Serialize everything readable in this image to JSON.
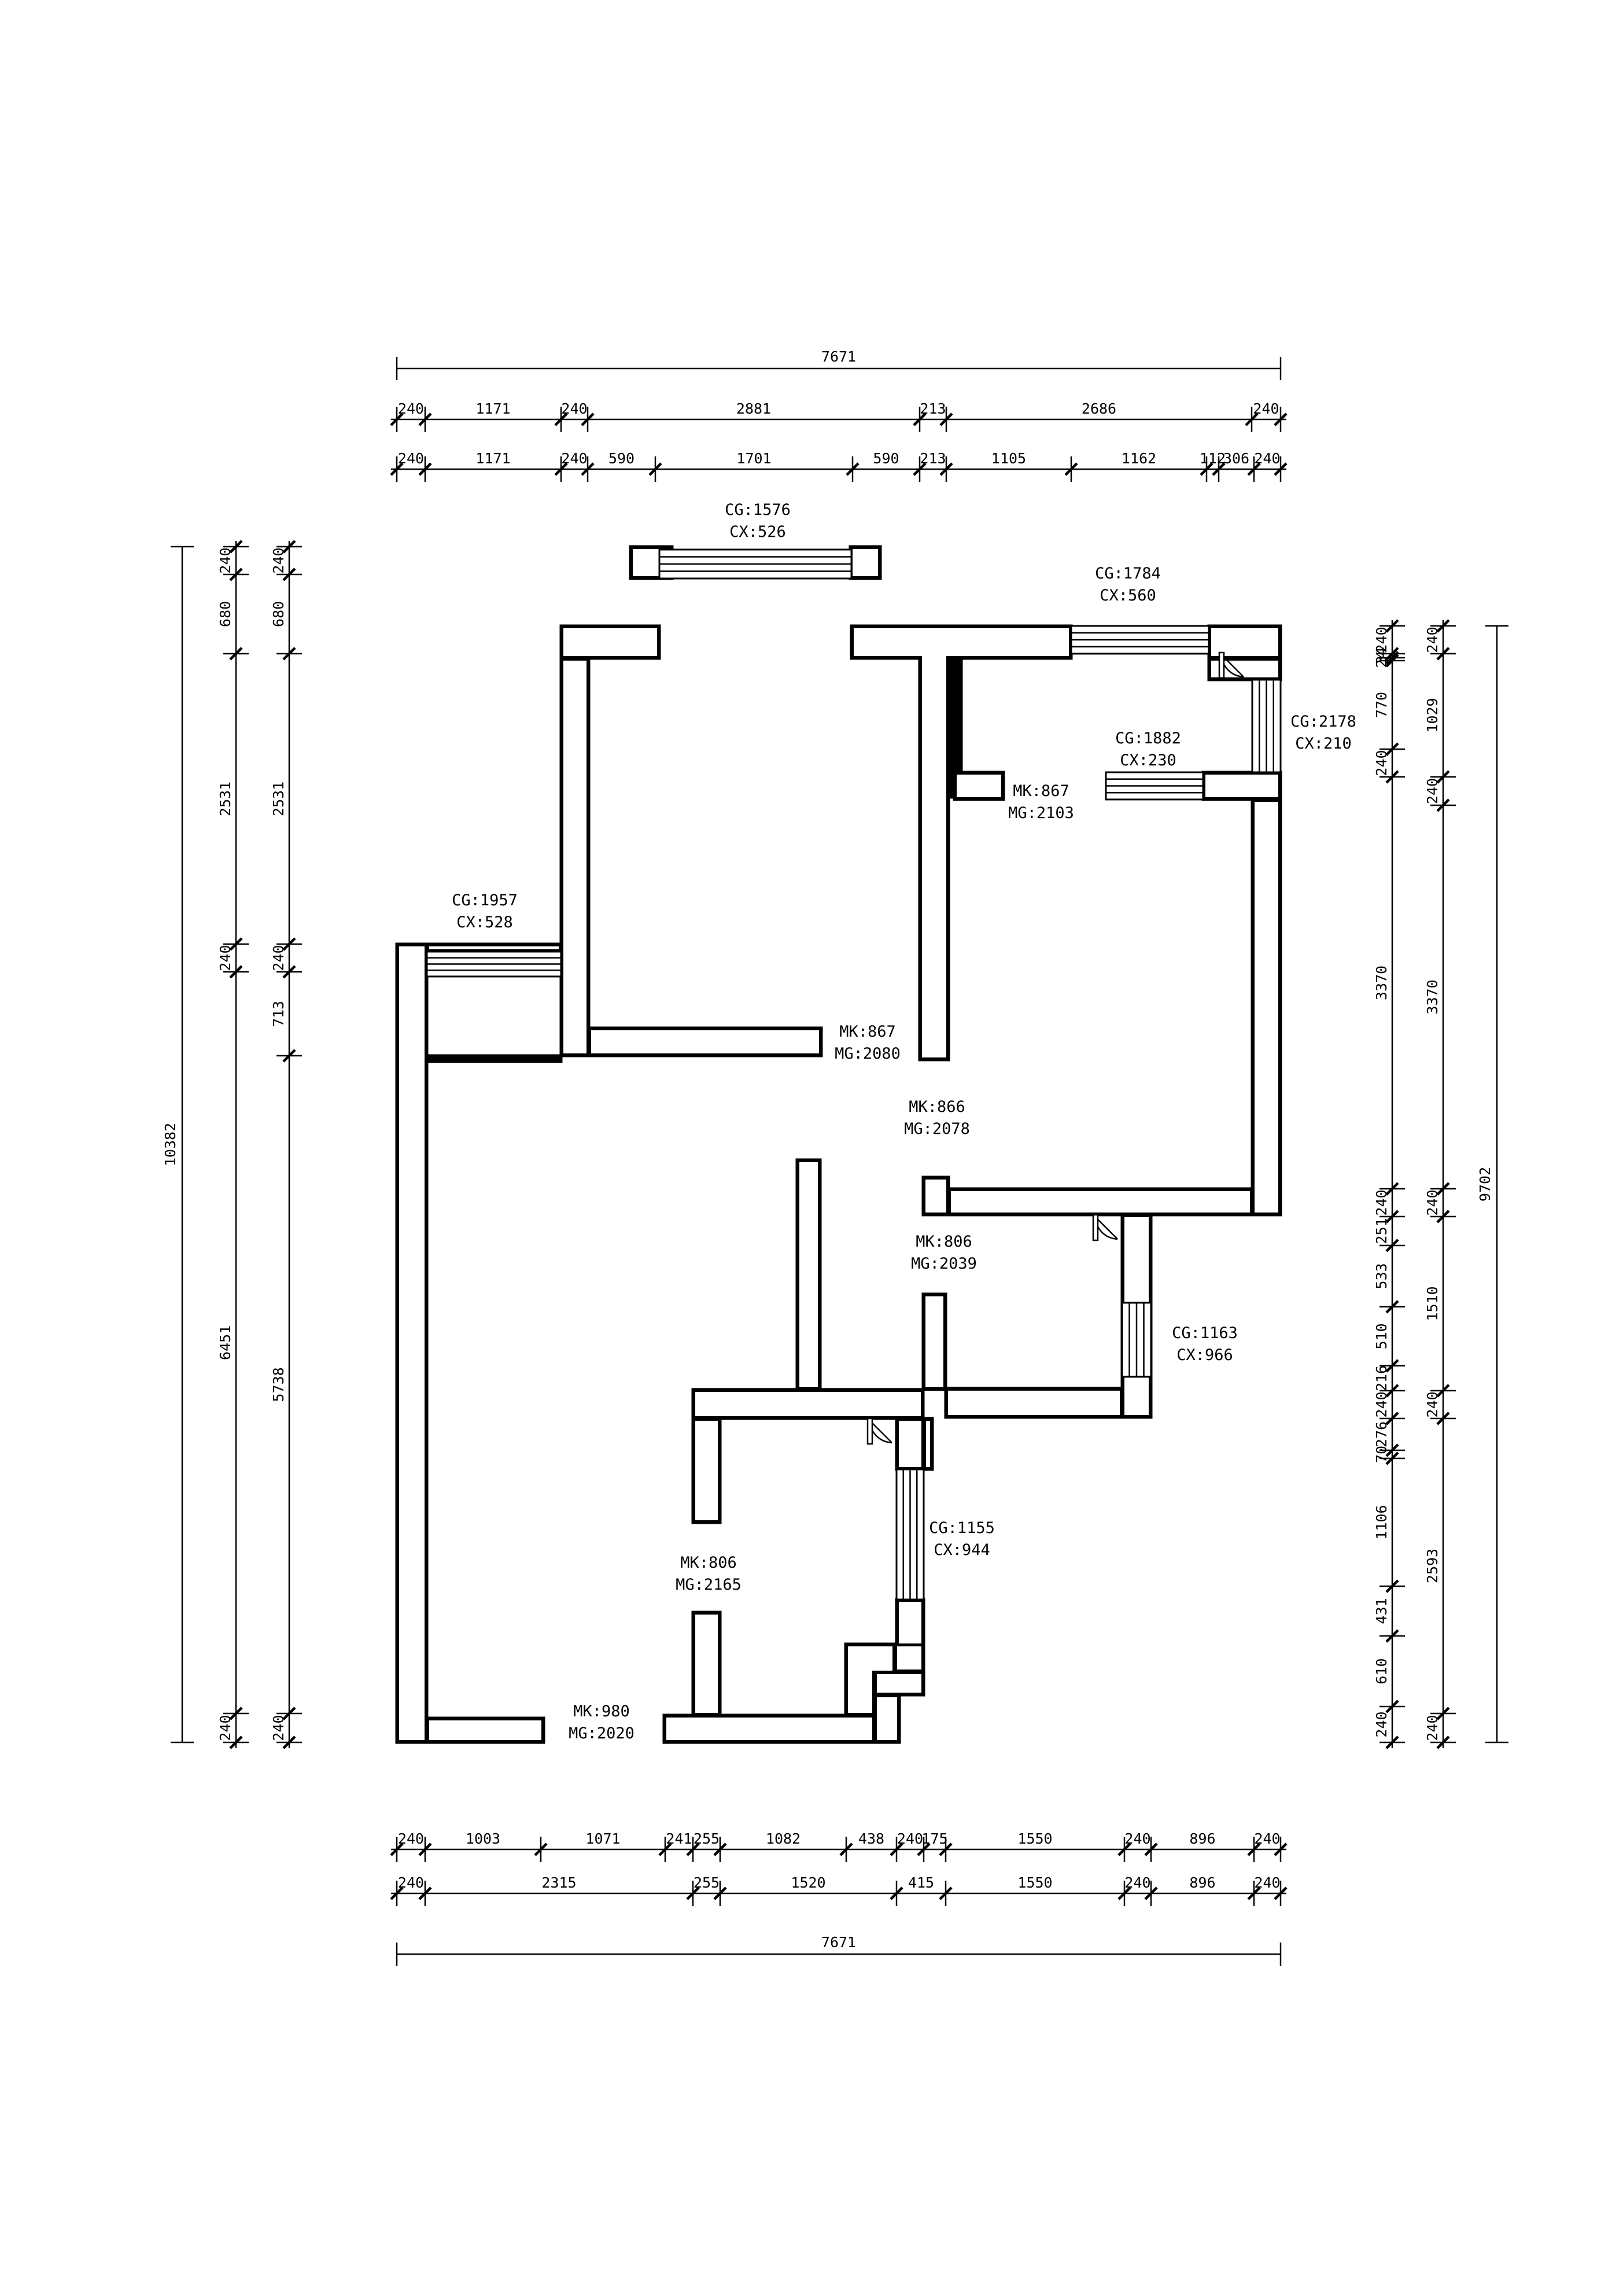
{
  "colors": {
    "line": "#000000",
    "background": "#ffffff"
  },
  "dimensions": {
    "top_total": "7671",
    "top_row1": [
      "240",
      "1171",
      "240",
      "2881",
      "213",
      "2686",
      "240"
    ],
    "top_row2": [
      "240",
      "1171",
      "240",
      "590",
      "1701",
      "590",
      "213",
      "1105",
      "1162",
      "112",
      "306",
      "240"
    ],
    "bottom_row1": [
      "240",
      "1003",
      "1071",
      "241",
      "255",
      "1082",
      "438",
      "240",
      "175",
      "1550",
      "240",
      "896",
      "240"
    ],
    "bottom_row2": [
      "240",
      "2315",
      "255",
      "1520",
      "415",
      "1550",
      "240",
      "896",
      "240"
    ],
    "bottom_total": "7671",
    "left_total": "10382",
    "left_col1": [
      "240",
      "680",
      "2531",
      "240",
      "6451",
      "240"
    ],
    "left_col2": [
      "240",
      "680",
      "2531",
      "240",
      "713",
      "5738",
      "240"
    ],
    "right_col1": [
      "240",
      "34",
      "24",
      "770",
      "240",
      "3370",
      "240",
      "251",
      "533",
      "510",
      "216",
      "240",
      "276",
      "70",
      "1106",
      "431",
      "610",
      "240"
    ],
    "right_col2": [
      "240",
      "1029",
      "240",
      "3370",
      "240",
      "1510",
      "240",
      "2593",
      "240"
    ],
    "right_total": "9702"
  },
  "annotations": [
    {
      "id": "win-top",
      "lines": [
        "CG:1576",
        "CX:526"
      ]
    },
    {
      "id": "win-ne-top",
      "lines": [
        "CG:1784",
        "CX:560"
      ]
    },
    {
      "id": "win-ne-side",
      "lines": [
        "CG:2178",
        "CX:210"
      ]
    },
    {
      "id": "win-ne-inner",
      "lines": [
        "CG:1882",
        "CX:230"
      ]
    },
    {
      "id": "door-ne",
      "lines": [
        "MK:867",
        "MG:2103"
      ]
    },
    {
      "id": "win-west",
      "lines": [
        "CG:1957",
        "CX:528"
      ]
    },
    {
      "id": "door-center-a",
      "lines": [
        "MK:867",
        "MG:2080"
      ]
    },
    {
      "id": "door-center-b",
      "lines": [
        "MK:866",
        "MG:2078"
      ]
    },
    {
      "id": "door-mid",
      "lines": [
        "MK:806",
        "MG:2039"
      ]
    },
    {
      "id": "win-mid",
      "lines": [
        "CG:1163",
        "CX:966"
      ]
    },
    {
      "id": "win-low",
      "lines": [
        "CG:1155",
        "CX:944"
      ]
    },
    {
      "id": "door-low",
      "lines": [
        "MK:806",
        "MG:2165"
      ]
    },
    {
      "id": "door-entry",
      "lines": [
        "MK:980",
        "MG:2020"
      ]
    }
  ]
}
